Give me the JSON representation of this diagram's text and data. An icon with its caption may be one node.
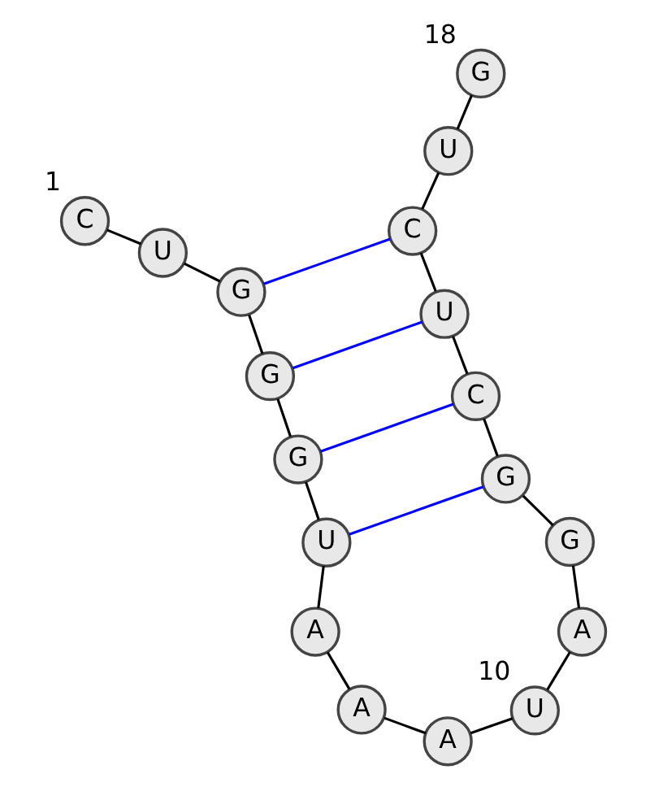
{
  "diagram": {
    "nodes": [
      {
        "text": [
          "C"
        ],
        "beside": [
          "1"
        ]
      },
      {
        "text": [
          "U"
        ]
      },
      {
        "text": [
          "G"
        ]
      },
      {
        "text": [
          "G"
        ]
      },
      {
        "text": [
          "G"
        ]
      },
      {
        "text": [
          "U"
        ]
      },
      {
        "text": [
          "A"
        ]
      },
      {
        "text": [
          "A"
        ]
      },
      {
        "text": [
          "A"
        ]
      },
      {
        "text": [
          "U"
        ],
        "beside": [
          "10"
        ]
      },
      {
        "text": [
          "A"
        ]
      },
      {
        "text": [
          "G"
        ]
      },
      {
        "text": [
          "G"
        ]
      },
      {
        "text": [
          "C"
        ]
      },
      {
        "text": [
          "U"
        ]
      },
      {
        "text": [
          "C"
        ]
      },
      {
        "text": [
          "U"
        ]
      },
      {
        "text": [
          "G"
        ],
        "beside": [
          "18"
        ]
      }
    ],
    "edges": [
      {
        "from": 0,
        "to": 1,
        "arrow": "none"
      },
      {
        "from": 1,
        "to": 2,
        "arrow": "none"
      },
      {
        "from": 2,
        "to": 3,
        "arrow": "none"
      },
      {
        "from": 3,
        "to": 4,
        "arrow": "none"
      },
      {
        "from": 4,
        "to": 5,
        "arrow": "none"
      },
      {
        "from": 5,
        "to": 6,
        "arrow": "none"
      },
      {
        "from": 6,
        "to": 7,
        "arrow": "none"
      },
      {
        "from": 7,
        "to": 8,
        "arrow": "none"
      },
      {
        "from": 8,
        "to": 9,
        "arrow": "none"
      },
      {
        "from": 9,
        "to": 10,
        "arrow": "none"
      },
      {
        "from": 10,
        "to": 11,
        "arrow": "none"
      },
      {
        "from": 11,
        "to": 12,
        "arrow": "none"
      },
      {
        "from": 12,
        "to": 13,
        "arrow": "none"
      },
      {
        "from": 13,
        "to": 14,
        "arrow": "none"
      },
      {
        "from": 14,
        "to": 15,
        "arrow": "none"
      },
      {
        "from": 15,
        "to": 16,
        "arrow": "none"
      },
      {
        "from": 16,
        "to": 17,
        "arrow": "none"
      },
      {
        "from": 5,
        "to": 12,
        "arrow": "none",
        "color": "#0000ff"
      },
      {
        "from": 4,
        "to": 13,
        "arrow": "none",
        "color": "#0000ff"
      },
      {
        "from": 3,
        "to": 14,
        "arrow": "none",
        "color": "#0000ff"
      },
      {
        "from": 2,
        "to": 15,
        "arrow": "none",
        "color": "#0000ff"
      }
    ]
  }
}
